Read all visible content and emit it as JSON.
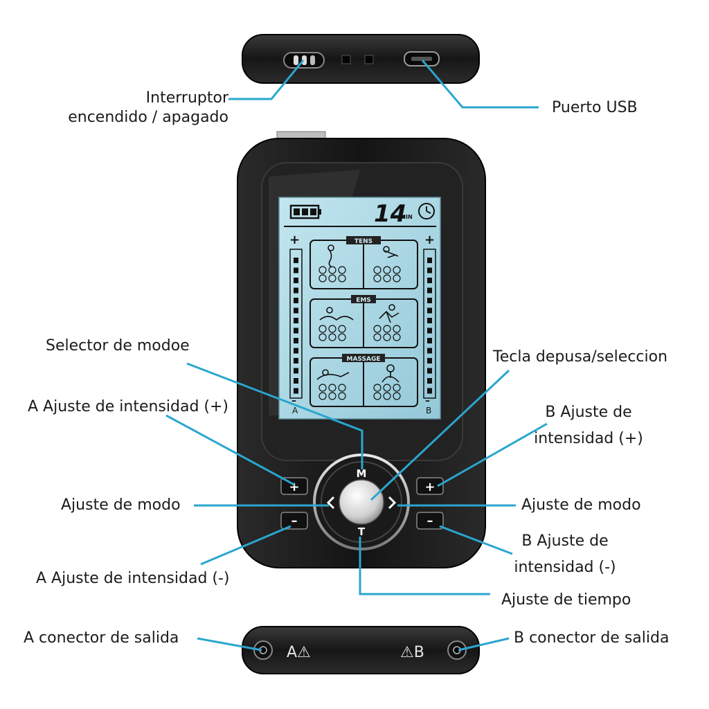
{
  "labels": {
    "power_switch_line1": "Interruptor",
    "power_switch_line2": "encendido / apagado",
    "usb_port": "Puerto USB",
    "mode_selector": "Selector de modoe",
    "pause_select_key": "Tecla depusa/seleccion",
    "a_intensity_plus": "A Ajuste de intensidad (+)",
    "b_intensity_plus_line1": "B Ajuste de",
    "b_intensity_plus_line2": "intensidad (+)",
    "mode_adjust_left": "Ajuste de modo",
    "mode_adjust_right": "Ajuste de modo",
    "b_intensity_minus_line1": "B Ajuste de",
    "b_intensity_minus_line2": "intensidad (-)",
    "a_intensity_minus": "A Ajuste de intensidad (-)",
    "time_adjust": "Ajuste de tiempo",
    "a_output": "A conector de salida",
    "b_output": "B conector de salida"
  },
  "device": {
    "timer_value": "14",
    "timer_unit": "MIN",
    "section_tens": "TENS",
    "section_ems": "EMS",
    "section_massage": "MASSAGE",
    "channel_a": "A",
    "channel_b": "B",
    "plus_sign": "+",
    "minus_sign": "–",
    "key_mode": "M",
    "key_time": "T",
    "key_plus": "+",
    "key_minus": "–",
    "jack_a": "A⚠",
    "jack_b": "⚠B"
  },
  "colors": {
    "callout_line": "#2aa6cf",
    "lcd_background": "#a9d7e4",
    "device_body": "#161616"
  }
}
